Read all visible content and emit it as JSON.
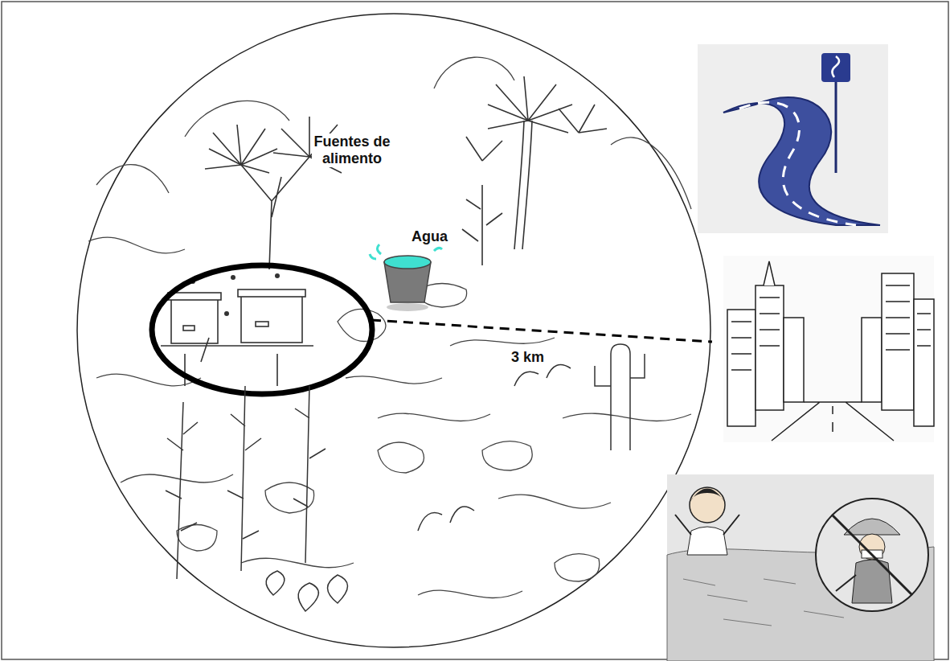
{
  "diagram": {
    "labels": [
      "Fuentes de alimento",
      "Agua",
      "3 km"
    ]
  }
}
